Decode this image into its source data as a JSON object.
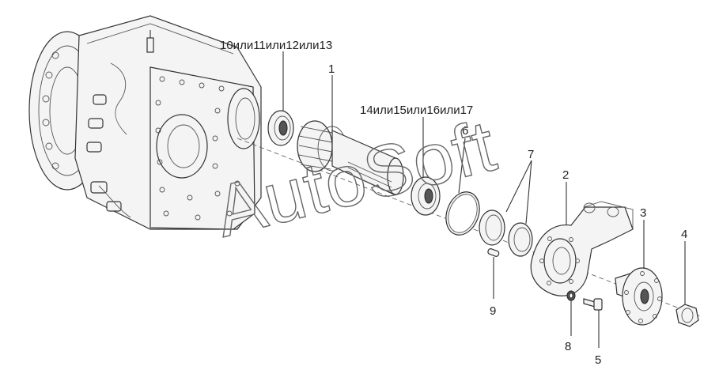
{
  "watermark": "AutoSoft",
  "labels": {
    "l1": "1",
    "l2": "2",
    "l3": "3",
    "l4": "4",
    "l5": "5",
    "l6": "6",
    "l7": "7",
    "l8": "8",
    "l9": "9",
    "l10": "10или11или12или13",
    "l14": "14или15или16или17"
  },
  "colors": {
    "line": "#333333",
    "watermark": "#666666",
    "background": "#ffffff"
  }
}
